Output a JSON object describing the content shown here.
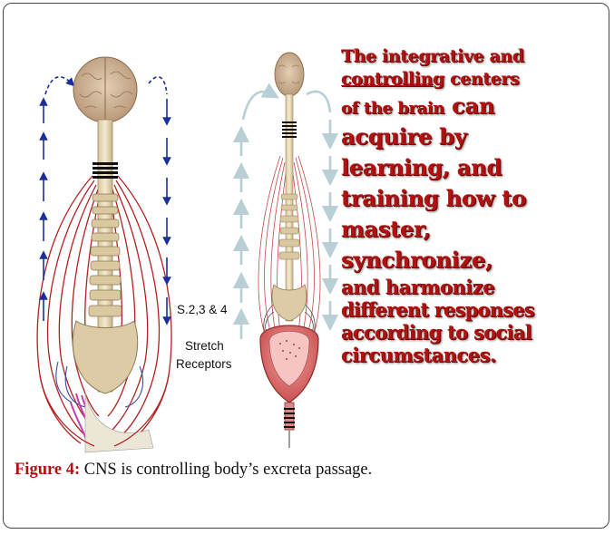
{
  "figure": {
    "labels": {
      "segments": "S.2,3 & 4",
      "stretch": "Stretch",
      "receptors": "Receptors"
    },
    "statement": {
      "line1": "The integrative and",
      "line2a": "controlling",
      "line2b": " centers",
      "line3a": "of the brain",
      "line3b": " can",
      "line4": "acquire by",
      "line5": "learning, and",
      "line6": "training how to",
      "line7": "master,",
      "line8": "synchronize,",
      "line9": "and harmonize",
      "line10": "different responses",
      "line11": "according to social",
      "line12": "circumstances."
    },
    "colors": {
      "statement_text": "#b01212",
      "arrow_left_figure": "#1a2f9a",
      "arrow_right_figure": "#b8cfd6",
      "nerve_lines": "#b32020"
    }
  },
  "caption": {
    "label": "Figure 4:",
    "text": " CNS is controlling body’s excreta passage."
  }
}
